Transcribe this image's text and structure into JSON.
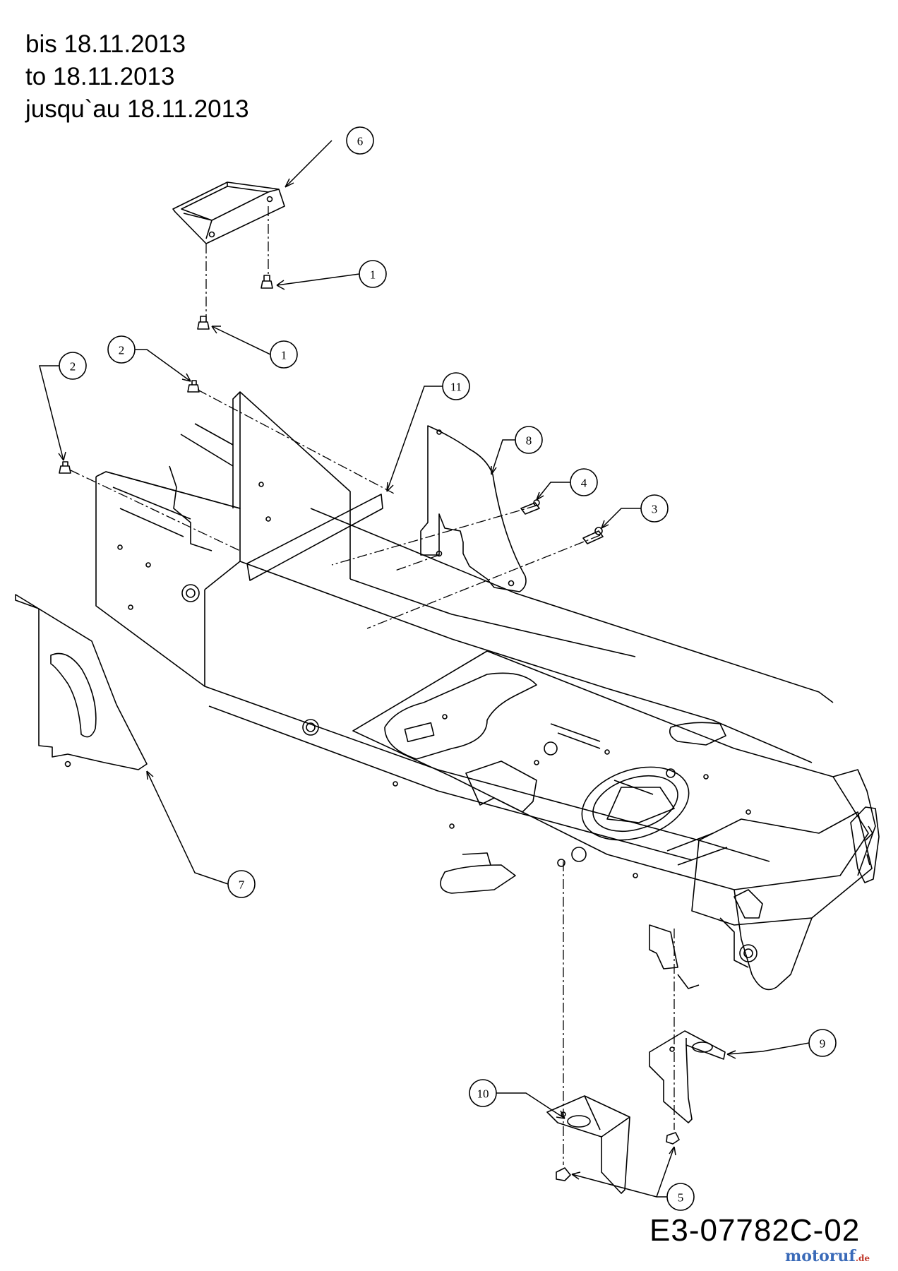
{
  "validity": [
    "bis 18.11.2013",
    "to 18.11.2013",
    "jusqu`au 18.11.2013"
  ],
  "callouts": [
    {
      "id": "callout-6",
      "label": "6"
    },
    {
      "id": "callout-1-upper",
      "label": "1"
    },
    {
      "id": "callout-1-lower",
      "label": "1"
    },
    {
      "id": "callout-2-right",
      "label": "2"
    },
    {
      "id": "callout-2-left",
      "label": "2"
    },
    {
      "id": "callout-11",
      "label": "11"
    },
    {
      "id": "callout-8",
      "label": "8"
    },
    {
      "id": "callout-4",
      "label": "4"
    },
    {
      "id": "callout-3",
      "label": "3"
    },
    {
      "id": "callout-7",
      "label": "7"
    },
    {
      "id": "callout-9",
      "label": "9"
    },
    {
      "id": "callout-10",
      "label": "10"
    },
    {
      "id": "callout-5",
      "label": "5"
    }
  ],
  "document_number": "E3-07782C-02",
  "watermark": {
    "text": "motoruf",
    "suffix": ".de"
  },
  "colors": {
    "line": "#000000",
    "background": "#ffffff",
    "wm_blue": "#3a6ab8",
    "wm_red": "#c0392b"
  }
}
